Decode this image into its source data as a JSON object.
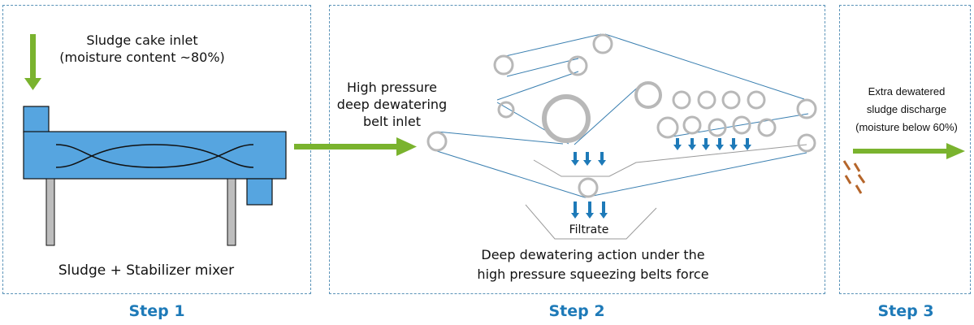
{
  "steps": [
    {
      "label": "Step 1",
      "title": "Sludge + Stabilizer mixer",
      "inlet_line1": "Sludge cake inlet",
      "inlet_line2": "(moisture content ~80%)"
    },
    {
      "label": "Step 2",
      "inlet_line1": "High pressure",
      "inlet_line2": "deep dewatering",
      "inlet_line3": "belt inlet",
      "filtrate": "Filtrate",
      "action_line1": "Deep dewatering action under the",
      "action_line2": "high pressure squeezing belts force"
    },
    {
      "label": "Step 3",
      "discharge_line1": "Extra dewatered",
      "discharge_line2": "sludge discharge",
      "discharge_line3": "(moisture below 60%)"
    }
  ],
  "colors": {
    "accent_blue": "#1e7ab8",
    "arrow_green": "#7ab32e",
    "machine_blue": "#56a5e0",
    "roller_gray": "#b8b8b8",
    "belt_blue": "#3a7fb0",
    "sludge_brown": "#b5652a",
    "dash_border": "#5a93b8"
  }
}
